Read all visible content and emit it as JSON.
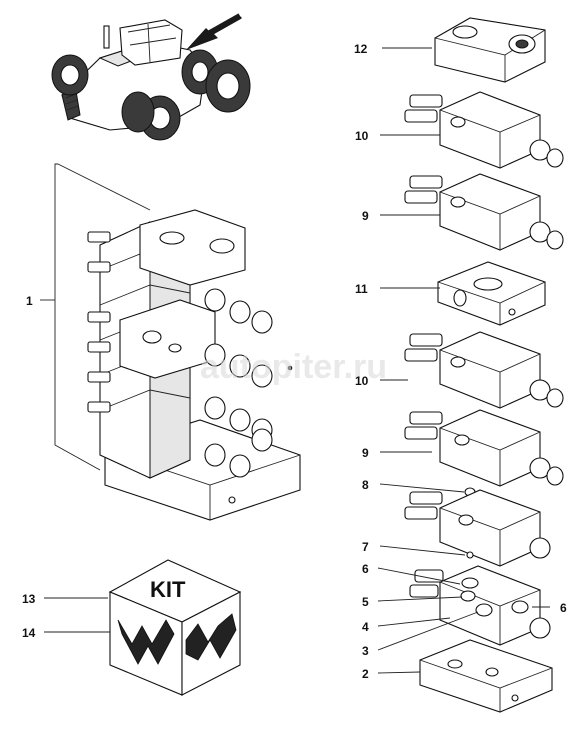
{
  "callouts": {
    "c1": "1",
    "c2": "2",
    "c3": "3",
    "c4": "4",
    "c5": "5",
    "c6a": "6",
    "c6b": "6",
    "c7": "7",
    "c8": "8",
    "c9a": "9",
    "c9b": "9",
    "c10a": "10",
    "c10b": "10",
    "c11": "11",
    "c12": "12",
    "c13": "13",
    "c14": "14"
  },
  "kit": {
    "label": "KIT"
  },
  "watermark": {
    "text": "autopiter.ru"
  },
  "icons": {
    "tractor": "tractor-illustration",
    "pointer": "location-arrow-icon",
    "kit_box": "kit-box-icon"
  }
}
